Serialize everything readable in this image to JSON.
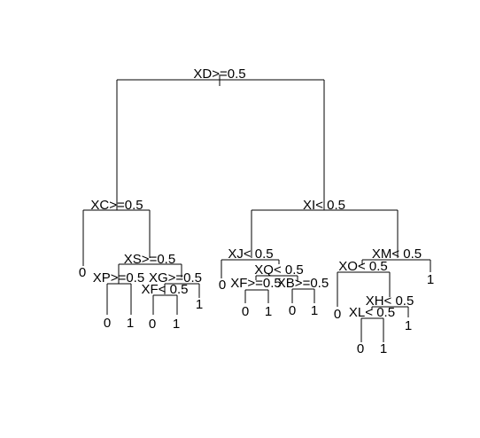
{
  "diagram": {
    "type": "decision-tree",
    "splits": {
      "root": "XD>=0.5",
      "n_xc": "XC>=0.5",
      "n_xi": "XI< 0.5",
      "n_xs": "XS>=0.5",
      "n_xp": "XP>=0.5",
      "n_xg": "XG>=0.5",
      "n_xf1": "XF< 0.5",
      "n_xj": "XJ< 0.5",
      "n_xq": "XQ< 0.5",
      "n_xf2": "XF>=0.5",
      "n_xb": "XB>=0.5",
      "n_xm": "XM< 0.5",
      "n_xo": "XO< 0.5",
      "n_xh": "XH< 0.5",
      "n_xl": "XL< 0.5"
    },
    "leaves": {
      "l_xc_right": "0",
      "l_xp_left": "0",
      "l_xp_right": "1",
      "l_xg_right": "1",
      "l_xf1_left": "0",
      "l_xf1_right": "1",
      "l_xj_left": "0",
      "l_xf2_left": "0",
      "l_xf2_right": "1",
      "l_xb_left": "0",
      "l_xb_right": "1",
      "l_xm_right": "1",
      "l_xo_left": "0",
      "l_xh_right": "1",
      "l_xl_left": "0",
      "l_xl_right": "1"
    },
    "colors": {
      "line": "#000000",
      "text": "#000000",
      "background": "#ffffff"
    }
  }
}
